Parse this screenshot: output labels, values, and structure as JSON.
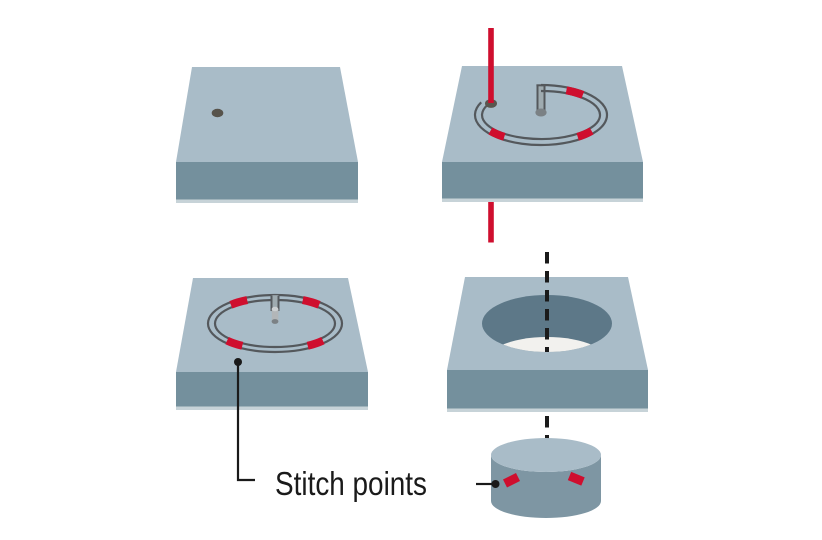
{
  "figure": {
    "label": "Stitch points",
    "description_names": [
      "drilled-plate",
      "wire-cutting-in-progress",
      "finished-contour-with-stitches",
      "slug-removal"
    ]
  },
  "colors": {
    "background": "#ffffff",
    "slab_top": "#a9bcc8",
    "slab_front": "#74909d",
    "slab_bottom_edge": "#c7d3d8",
    "hole_wall": "#5d7888",
    "hole_floor": "#f2f1ee",
    "kerf_line": "#54585c",
    "slot_fill": "#9fabb0",
    "pilot_hole": "#57534b",
    "wire_hole": "#5a564e",
    "pin_body": "#b2b6b8",
    "pin_top": "#ccd0d2",
    "pin_bottom": "#7b8185",
    "stitch_red": "#cf0e2e",
    "wire_red": "#cf0e2e",
    "disc_side": "#7e96a3",
    "callout_black": "#1a1a1a"
  }
}
